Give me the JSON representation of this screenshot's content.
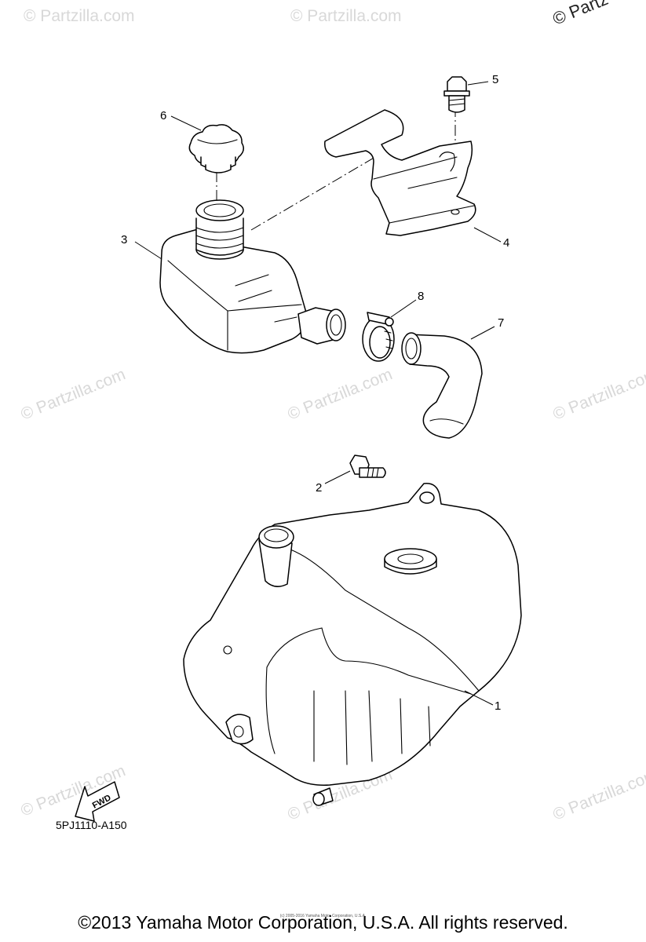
{
  "diagram": {
    "callouts": [
      "1",
      "2",
      "3",
      "4",
      "5",
      "6",
      "7",
      "8"
    ],
    "fwd_label": "FWD",
    "part_code": "5PJ1110-A150"
  },
  "watermark": {
    "text": "© Partzilla.com",
    "corner_text": "© Partz"
  },
  "footer": {
    "copyright": "©2013 Yamaha Motor Corporation, U.S.A. All rights reserved.",
    "tiny_notice": "(c) 2005-2016 Yamaha Motor Corporation, U.S.A."
  }
}
